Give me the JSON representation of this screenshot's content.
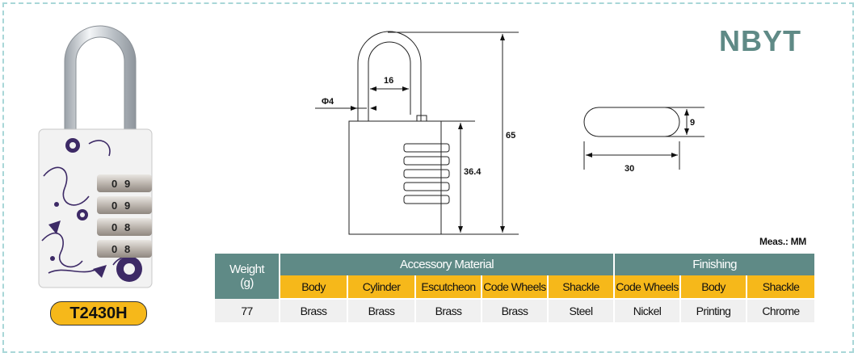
{
  "brand": "NBYT",
  "model": "T2430H",
  "product_image": {
    "digits": [
      "0",
      "9",
      "8"
    ],
    "colors": {
      "body": "#f2f2f2",
      "floral": "#3d2a66",
      "shackle": "#c9ced3",
      "dial": "#c7c1bc"
    }
  },
  "drawing": {
    "dim_shackle_width": "16",
    "dim_shackle_dia": "Φ4",
    "dim_total_height": "65",
    "dim_body_height": "36.4",
    "dim_key_height": "9",
    "dim_key_width": "30"
  },
  "measure_note": "Meas.: MM",
  "table": {
    "weight_header_line1": "Weight",
    "weight_header_line2": "(g)",
    "accessory_header": "Accessory Material",
    "finishing_header": "Finishing",
    "sub_headers": [
      "Body",
      "Cylinder",
      "Escutcheon",
      "Code Wheels",
      "Shackle",
      "Code Wheels",
      "Body",
      "Shackle"
    ],
    "weight_value": "77",
    "values": [
      "Brass",
      "Brass",
      "Brass",
      "Brass",
      "Steel",
      "Nickel",
      "Printing",
      "Chrome"
    ]
  },
  "colors": {
    "teal": "#5f8a86",
    "orange": "#f6b81a",
    "row_bg": "#f0f0f0",
    "border": "#a9d7d8"
  }
}
